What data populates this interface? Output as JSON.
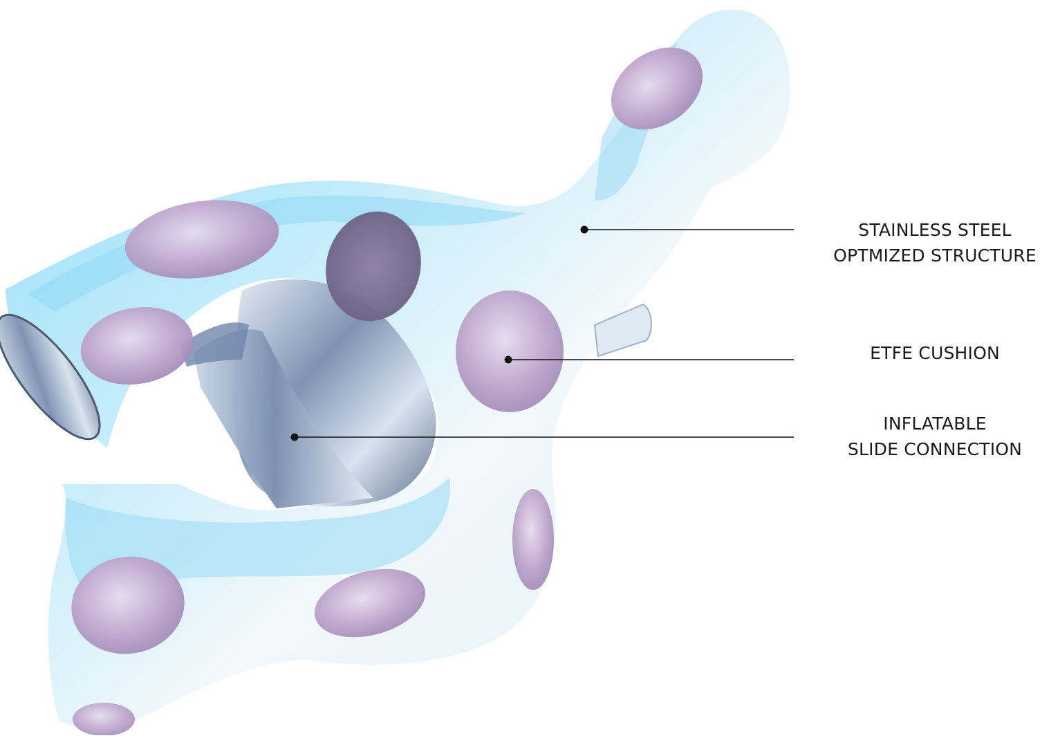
{
  "diagram": {
    "callouts": [
      {
        "id": "steel",
        "lines": [
          "STAINLESS STEEL",
          "OPTMIZED STRUCTURE"
        ]
      },
      {
        "id": "etfe",
        "lines": [
          "ETFE CUSHION"
        ]
      },
      {
        "id": "slide",
        "lines": [
          "INFLATABLE",
          "SLIDE CONNECTION"
        ]
      }
    ],
    "colors": {
      "steel_highlight": "#a9e6fb",
      "steel_base": "#eef6fa",
      "chrome_dark": "#5a6f90",
      "etfe_cushion": "#b9a3c9",
      "etfe_light": "#e4dcee",
      "leader_line": "#111111"
    },
    "icons": [
      "etfe-cushion-icon",
      "chrome-tube-icon"
    ]
  }
}
